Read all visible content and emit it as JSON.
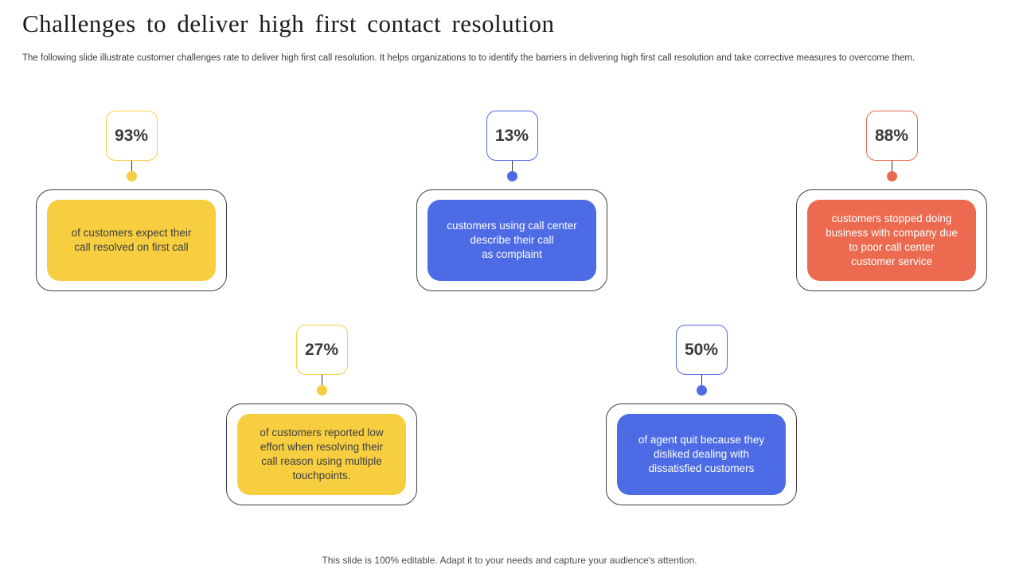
{
  "slide": {
    "title": "Challenges to deliver high first contact resolution",
    "subtitle": "The following slide illustrate customer challenges rate to deliver high first call resolution. It helps organizations to to identify the barriers in delivering high first call resolution and take corrective measures to overcome them.",
    "footer": "This slide is 100% editable. Adapt it to your needs and capture your audience's attention."
  },
  "colors": {
    "yellow": "#F6CE40",
    "blue": "#4D6BE4",
    "orange": "#EC6A4F",
    "card_border": "#404040",
    "text_dark": "#3F3F3F",
    "text_light": "#FFFFFF"
  },
  "stats": [
    {
      "value": "93%",
      "color": "yellow",
      "text_color": "text_dark",
      "text": "of customers expect their\ncall resolved on first call"
    },
    {
      "value": "13%",
      "color": "blue",
      "text_color": "text_light",
      "text": "customers using call center\ndescribe their call\nas complaint"
    },
    {
      "value": "88%",
      "color": "orange",
      "text_color": "text_light",
      "text": "customers stopped doing\nbusiness with company due\nto poor call center\ncustomer service"
    },
    {
      "value": "27%",
      "color": "yellow",
      "text_color": "text_dark",
      "text": "of customers reported low\neffort when resolving their\ncall reason using multiple\ntouchpoints."
    },
    {
      "value": "50%",
      "color": "blue",
      "text_color": "text_light",
      "text": "of agent quit because they\ndisliked dealing  with\ndissatisfied customers"
    }
  ]
}
